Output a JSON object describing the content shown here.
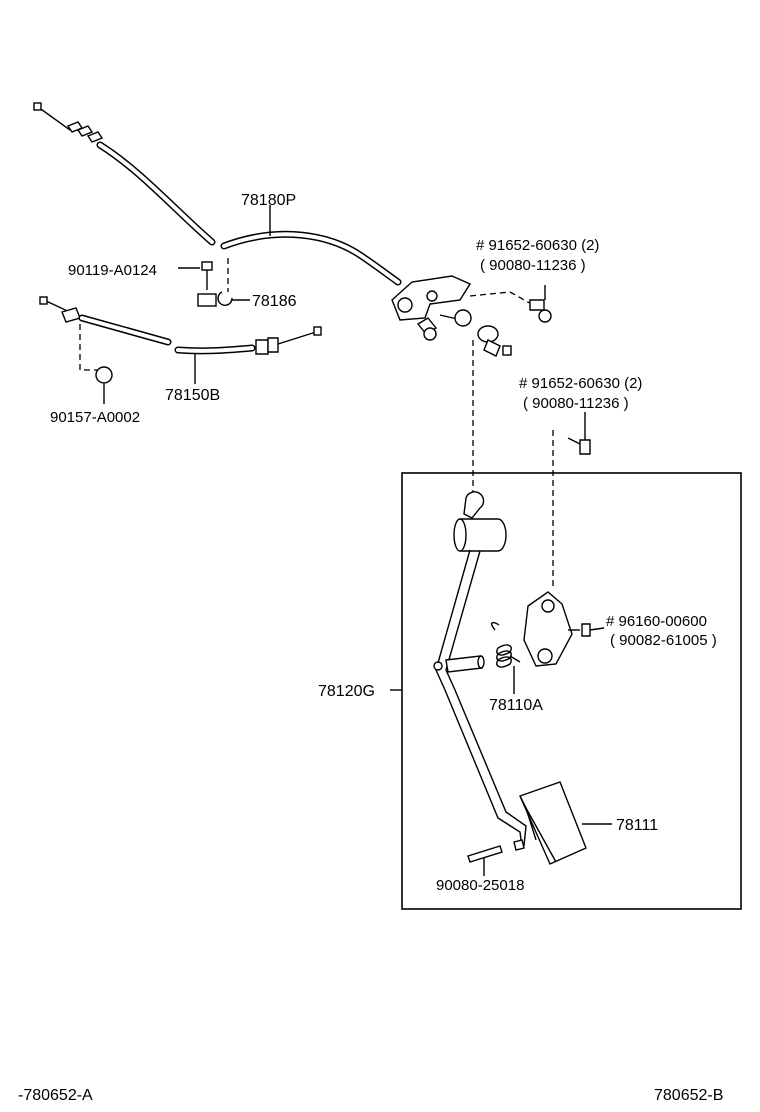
{
  "parts": {
    "cable_upper": "78180P",
    "bolt_clip": "90119-A0124",
    "clamp": "78186",
    "cable_lower": "78150B",
    "nut_lower": "90157-A0002",
    "bolt_a_primary": "# 91652-60630 (2)",
    "bolt_a_alt": "( 90080-11236 )",
    "bolt_b_primary": "# 91652-60630 (2)",
    "bolt_b_alt": "( 90080-11236 )",
    "nut_bracket_primary": "# 96160-00600",
    "nut_bracket_alt": "( 90082-61005 )",
    "pedal_assy": "78120G",
    "spring": "78110A",
    "pedal_pad": "78111",
    "pin": "90080-25018"
  },
  "footer": {
    "left_code": "-780652-A",
    "right_code": "780652-B"
  }
}
